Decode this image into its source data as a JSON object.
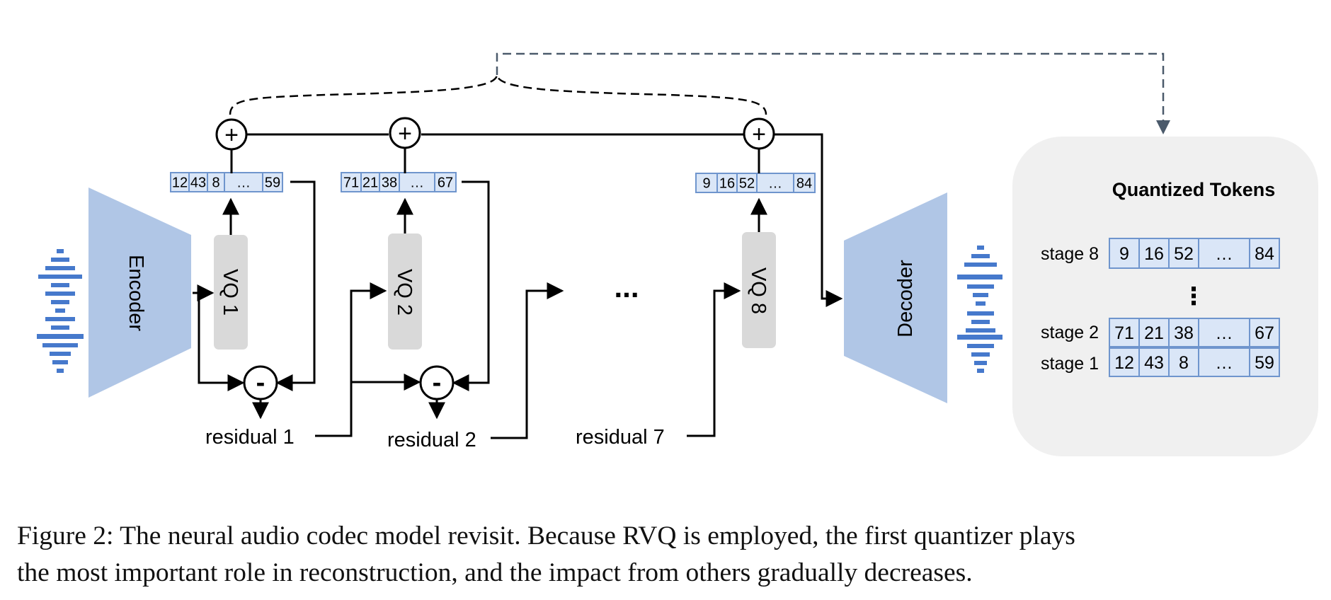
{
  "encoder": {
    "label": "Encoder"
  },
  "decoder": {
    "label": "Decoder"
  },
  "quantizers": [
    {
      "label": "VQ 1",
      "tokens": [
        "12",
        "43",
        "8",
        "...",
        "59"
      ]
    },
    {
      "label": "VQ 2",
      "tokens": [
        "71",
        "21",
        "38",
        "...",
        "67"
      ]
    },
    {
      "label": "VQ 8",
      "tokens": [
        "9",
        "16",
        "52",
        "...",
        "84"
      ]
    }
  ],
  "adders": {
    "symbol": "+"
  },
  "subtractors": {
    "symbol": "-"
  },
  "residuals": [
    "residual 1",
    "residual 2",
    "residual 7"
  ],
  "ellipsis": "...",
  "tokens_panel": {
    "title": "Quantized Tokens",
    "vertical_ellipsis": "⋮",
    "rows": [
      {
        "stage": "stage 8",
        "tokens": [
          "9",
          "16",
          "52",
          "...",
          "84"
        ]
      },
      {
        "stage": "stage 2",
        "tokens": [
          "71",
          "21",
          "38",
          "...",
          "67"
        ]
      },
      {
        "stage": "stage 1",
        "tokens": [
          "12",
          "43",
          "8",
          "...",
          "59"
        ]
      }
    ]
  },
  "colors": {
    "trapezoid": "#b0c6e6",
    "vq_box": "#d9d9d9",
    "token_fill": "#dae6f7",
    "token_stroke": "#6f95cd",
    "waveform": "#4679cc",
    "panel": "#f0f0f0",
    "dashed_arrow": "#4b5a6b"
  },
  "caption": {
    "line1": "Figure 2: The neural audio codec model revisit. Because RVQ is employed, the first quantizer plays",
    "line2": "the most important role in reconstruction, and the impact from others gradually decreases."
  }
}
